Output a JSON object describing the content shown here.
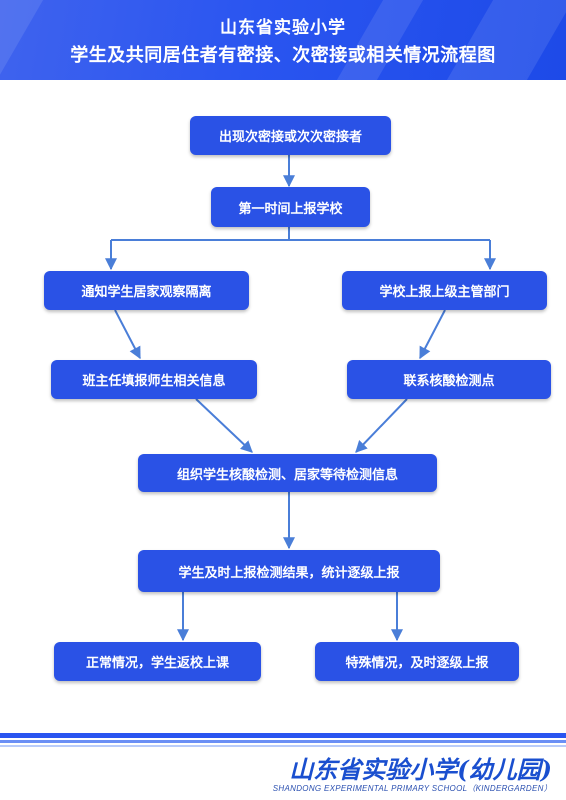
{
  "header": {
    "title_line1": "山东省实验小学",
    "title_line2": "学生及共同居住者有密接、次密接或相关情况流程图"
  },
  "flow": {
    "step1": "出现次密接或次次密接者",
    "step2": "第一时间上报学校",
    "left1": "通知学生居家观察隔离",
    "left2": "班主任填报师生相关信息",
    "right1": "学校上报上级主管部门",
    "right2": "联系核酸检测点",
    "merge": "组织学生核酸检测、居家等待检测信息",
    "report": "学生及时上报检测结果，统计逐级上报",
    "outcome_normal": "正常情况，学生返校上课",
    "outcome_special": "特殊情况，及时逐级上报"
  },
  "footer": {
    "school_name_cn": "山东省实验小学(幼儿园)",
    "school_name_en": "SHANDONG EXPERIMENTAL PRIMARY SCHOOL（KINDERGARDEN）"
  },
  "colors": {
    "header_blue": "#2a55f0",
    "box_blue": "#2a52e6",
    "line_blue": "#4a7ed8"
  }
}
